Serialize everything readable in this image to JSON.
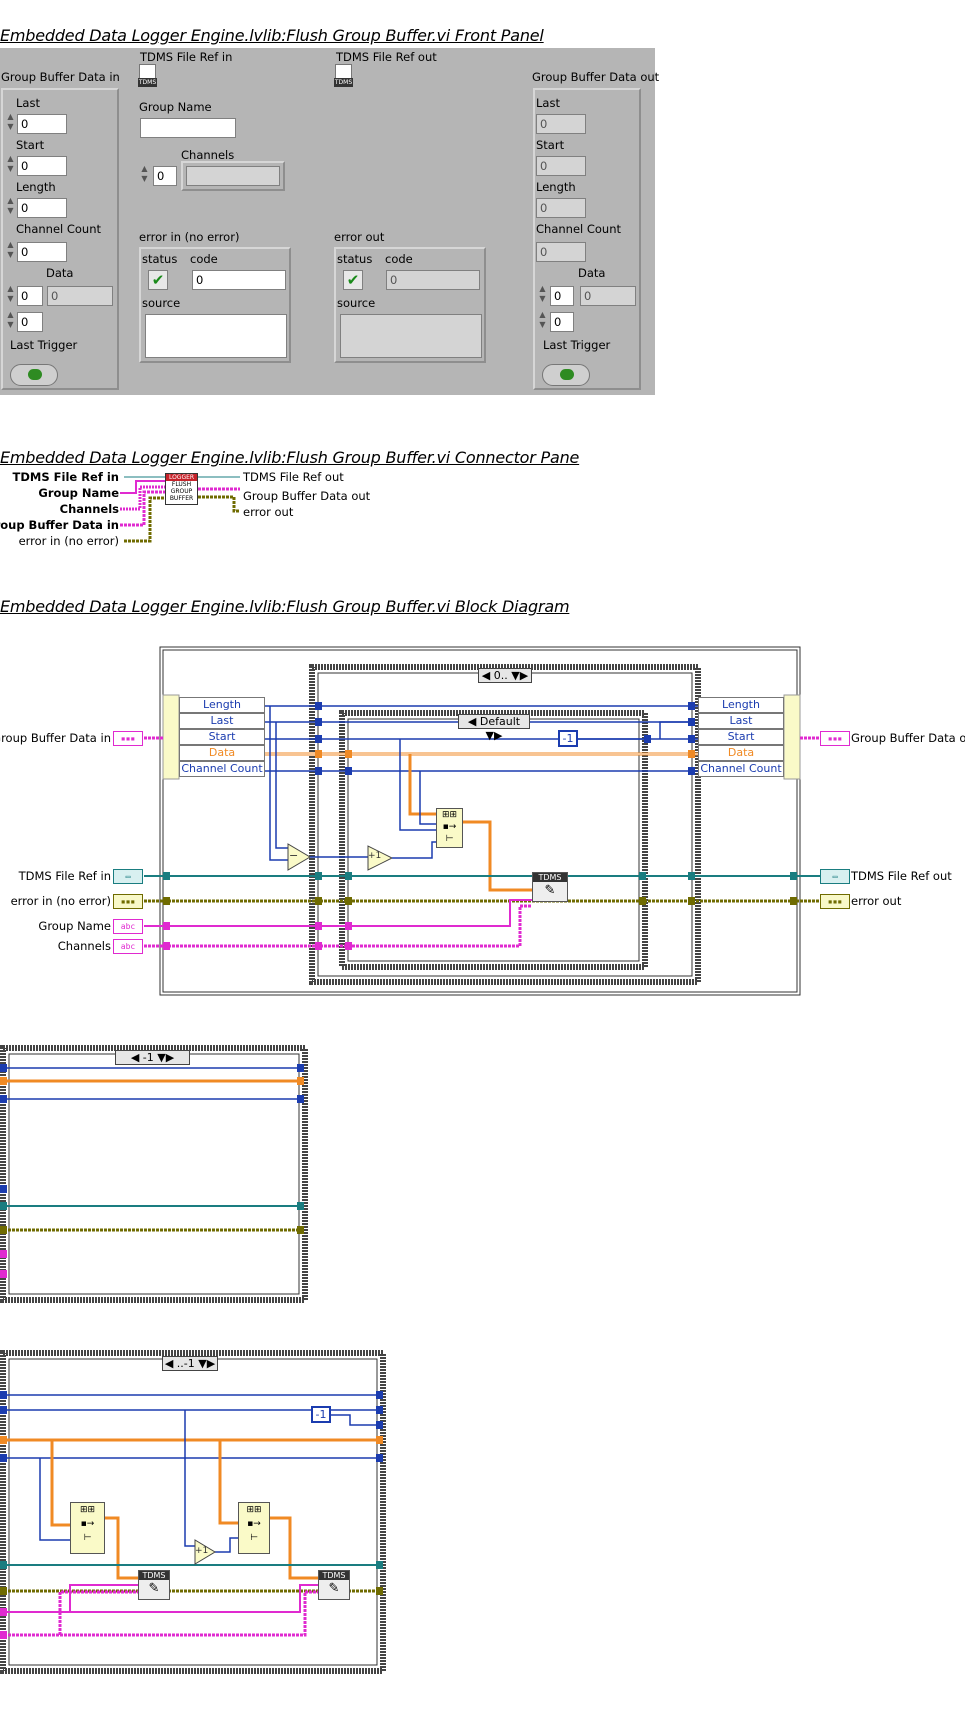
{
  "front_panel": {
    "title": "Embedded Data Logger Engine.lvlib:Flush Group Buffer.vi Front Panel",
    "group_in": {
      "label": "Group Buffer Data in",
      "last_label": "Last",
      "last": "0",
      "start_label": "Start",
      "start": "0",
      "length_label": "Length",
      "length": "0",
      "chcount_label": "Channel Count",
      "chcount": "0",
      "data_label": "Data",
      "data_idx1": "0",
      "data_idx2": "0",
      "data_val": "0",
      "trigger_label": "Last Trigger"
    },
    "tdms_in_label": "TDMS File Ref in",
    "tdms_out_label": "TDMS File Ref out",
    "tdms_icon_text": "TDMS",
    "group_name_label": "Group Name",
    "channels_label": "Channels",
    "channels_idx": "0",
    "error_in": {
      "label": "error in (no error)",
      "status_label": "status",
      "code_label": "code",
      "code": "0",
      "source_label": "source"
    },
    "error_out": {
      "label": "error out",
      "status_label": "status",
      "code_label": "code",
      "code": "0",
      "source_label": "source"
    },
    "group_out": {
      "label": "Group Buffer Data out",
      "last_label": "Last",
      "last": "0",
      "start_label": "Start",
      "start": "0",
      "length_label": "Length",
      "length": "0",
      "chcount_label": "Channel Count",
      "chcount": "0",
      "data_label": "Data",
      "data_idx1": "0",
      "data_idx2": "0",
      "data_val": "0",
      "trigger_label": "Last Trigger"
    }
  },
  "connector_pane": {
    "title": "Embedded Data Logger Engine.lvlib:Flush Group Buffer.vi Connector Pane",
    "inputs": [
      "TDMS File Ref in",
      "Group Name",
      "Channels",
      "Group Buffer Data in",
      "error in (no error)"
    ],
    "outputs": [
      "TDMS File Ref out",
      "Group Buffer Data out",
      "error out"
    ],
    "icon_lines": [
      "LOGGER",
      "FLUSH",
      "GROUP",
      "BUFFER"
    ]
  },
  "block_diagram": {
    "title": "Embedded Data Logger Engine.lvlib:Flush Group Buffer.vi Block Diagram",
    "bundle_fields": [
      "Length",
      "Last",
      "Start",
      "Data",
      "Channel Count"
    ],
    "outer_case": "0..",
    "inner_case": "Default",
    "const_minus1": "-1",
    "plus1": "+1",
    "minus": "−",
    "tdms_node": "TDMS",
    "inputs": [
      "Group Buffer Data in",
      "TDMS File Ref in",
      "error in (no error)",
      "Group Name",
      "Channels"
    ],
    "outputs": [
      "Group Buffer Data out",
      "TDMS File Ref out",
      "error out"
    ],
    "case2_selector": "-1",
    "case3_selector": "..-1",
    "case3_const": "-1",
    "case3_plus1": "+1"
  },
  "colors": {
    "blue": "#1b3caf",
    "orange": "#f08a24",
    "teal": "#1a7d80",
    "olive": "#6f6b00",
    "pink": "#e02ad0",
    "panel": "#b5b5b5"
  }
}
